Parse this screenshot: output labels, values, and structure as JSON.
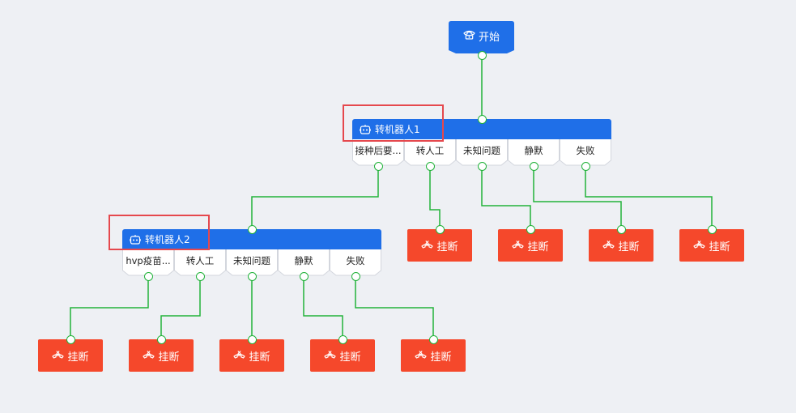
{
  "colors": {
    "background": "#eef0f4",
    "node_blue": "#1f6fe8",
    "hangup_red": "#f5482b",
    "connector_green": "#22b33a",
    "highlight_red": "#e5484d"
  },
  "start": {
    "label": "开始",
    "icon": "phone-icon"
  },
  "robot1": {
    "title": "转机器人1",
    "icon": "robot-icon",
    "branches": [
      "接种后要...",
      "转人工",
      "未知问题",
      "静默",
      "失败"
    ]
  },
  "robot2": {
    "title": "转机器人2",
    "icon": "robot-icon",
    "branches": [
      "hvp疫苗...",
      "转人工",
      "未知问题",
      "静默",
      "失败"
    ]
  },
  "hangup": {
    "label": "挂断",
    "icon": "hangup-phone-icon"
  }
}
